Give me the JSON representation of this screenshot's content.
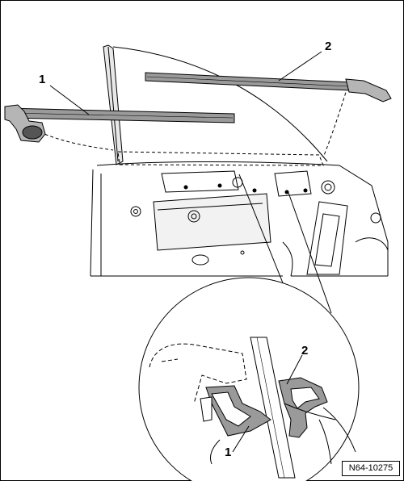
{
  "callouts": {
    "top_1": "1",
    "top_2": "2",
    "detail_1": "1",
    "detail_2": "2"
  },
  "reference_code": "N64-10275",
  "colors": {
    "line": "#000000",
    "strip_fill": "#9a9a9a",
    "background": "#ffffff"
  }
}
